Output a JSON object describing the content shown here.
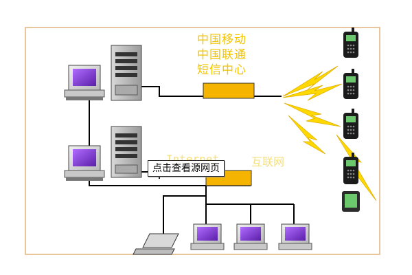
{
  "labels": {
    "sms_line1": "中国移动",
    "sms_line2": "中国联通",
    "sms_line3": "短信中心",
    "internet_en": "Internet",
    "internet_cn": "互联网"
  },
  "button": {
    "view_source": "点击查看源网页"
  },
  "colors": {
    "border": "#e2b27c",
    "label": "#f2c400",
    "gateway": "#f4b400",
    "lightning": "#ffd800",
    "screen": "#8a3bd6",
    "phone_screen": "#6cc86c"
  }
}
